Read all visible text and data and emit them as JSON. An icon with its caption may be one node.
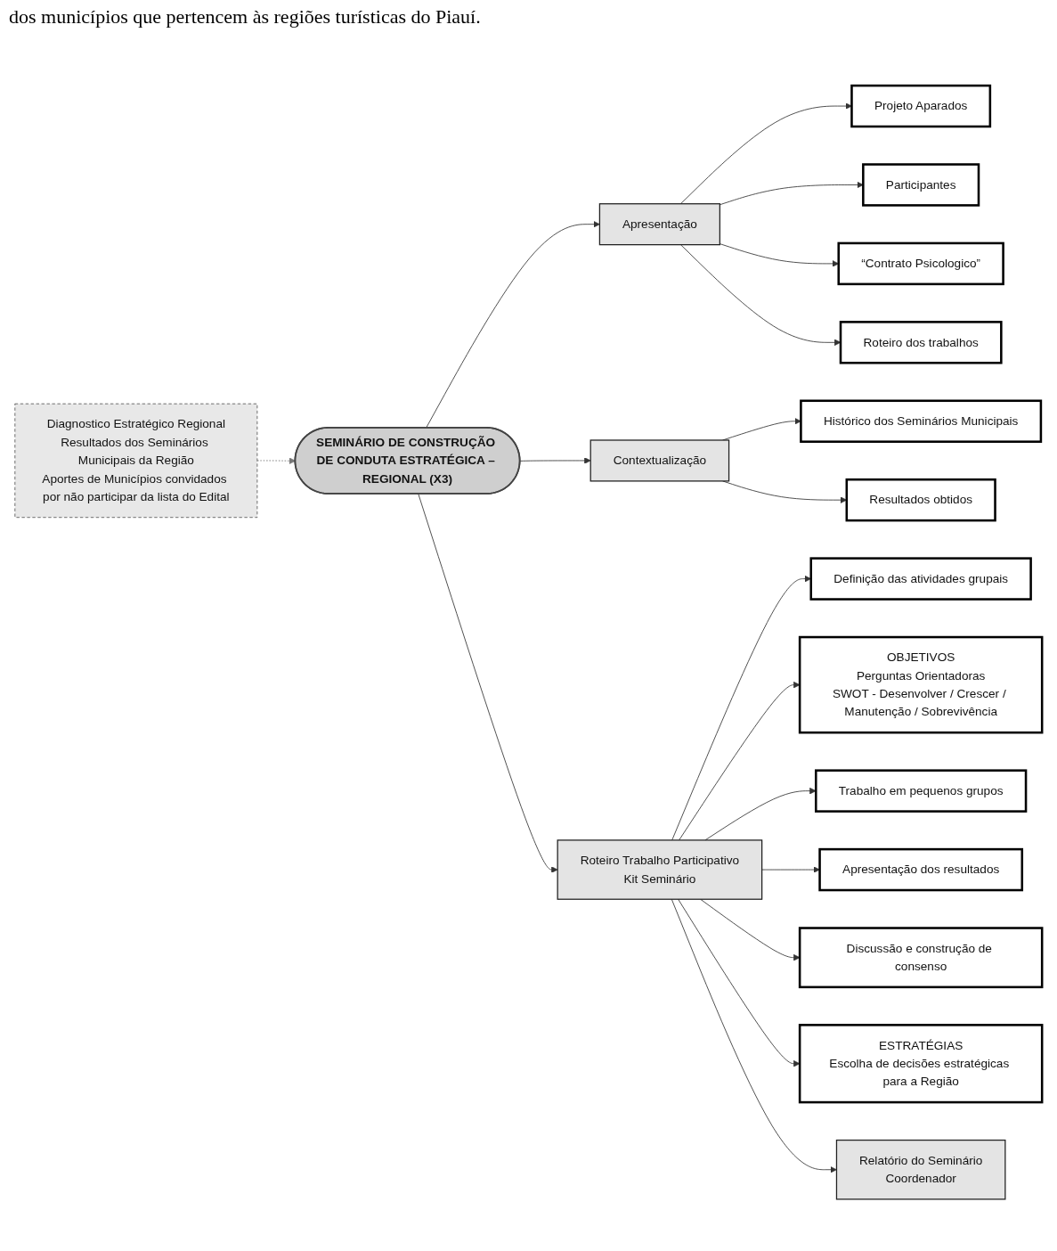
{
  "diagram": {
    "nodes": [
      {
        "text": [
          "Diagnostico Estratégico Regional",
          "Resultados dos Seminários Municipais da Região",
          "Aportes de Municípios convidados por não participar da lista do Edital"
        ]
      },
      {
        "text": [
          "SEMINÁRIO DE CONSTRUÇÃO DE CONDUTA ESTRATÉGICA – REGIONAL (X3)"
        ]
      },
      {
        "text": [
          "Apresentação"
        ]
      },
      {
        "text": [
          "Contextualização"
        ]
      },
      {
        "text": [
          "Roteiro Trabalho Participativo",
          "Kit Seminário"
        ]
      },
      {
        "text": [
          "Relatório do Seminário",
          "Coordenador"
        ]
      },
      {
        "text": [
          "Projeto Aparados"
        ]
      },
      {
        "text": [
          "Participantes"
        ]
      },
      {
        "text": [
          "“Contrato Psicologico”"
        ]
      },
      {
        "text": [
          "Roteiro dos trabalhos"
        ]
      },
      {
        "text": [
          "Histórico dos Seminários Municipais"
        ]
      },
      {
        "text": [
          "Resultados obtidos"
        ]
      },
      {
        "text": [
          "Definição das atividades grupais"
        ]
      },
      {
        "text": [
          "OBJETIVOS",
          "Perguntas Orientadoras",
          "SWOT - Desenvolver / Crescer / Manutenção / Sobrevivência"
        ]
      },
      {
        "text": [
          "Trabalho em pequenos grupos"
        ]
      },
      {
        "text": [
          "Apresentação dos resultados"
        ]
      },
      {
        "text": [
          "Discussão e construção de consenso"
        ]
      },
      {
        "text": [
          "ESTRATÉGIAS",
          "Escolha de decisões estratégicas para a Região"
        ]
      }
    ],
    "edges": [
      {
        "from": 0,
        "to": 1,
        "arrow": "to",
        "style": "dashed",
        "color": "#777777"
      },
      {
        "from": 1,
        "to": 2,
        "arrow": "to"
      },
      {
        "from": 1,
        "to": 3,
        "arrow": "to"
      },
      {
        "from": 1,
        "to": 4,
        "arrow": "to"
      },
      {
        "from": 2,
        "to": 6,
        "arrow": "to"
      },
      {
        "from": 2,
        "to": 7,
        "arrow": "to"
      },
      {
        "from": 2,
        "to": 8,
        "arrow": "to"
      },
      {
        "from": 2,
        "to": 9,
        "arrow": "to"
      },
      {
        "from": 3,
        "to": 10,
        "arrow": "to"
      },
      {
        "from": 3,
        "to": 11,
        "arrow": "to"
      },
      {
        "from": 4,
        "to": 12,
        "arrow": "to"
      },
      {
        "from": 4,
        "to": 13,
        "arrow": "to"
      },
      {
        "from": 4,
        "to": 14,
        "arrow": "to"
      },
      {
        "from": 4,
        "to": 15,
        "arrow": "to"
      },
      {
        "from": 4,
        "to": 16,
        "arrow": "to"
      },
      {
        "from": 4,
        "to": 17,
        "arrow": "to"
      },
      {
        "from": 4,
        "to": 5,
        "arrow": "to"
      }
    ],
    "labels": [
      "dos municípios que pertencem às regiões turísticas do Piauí."
    ]
  }
}
